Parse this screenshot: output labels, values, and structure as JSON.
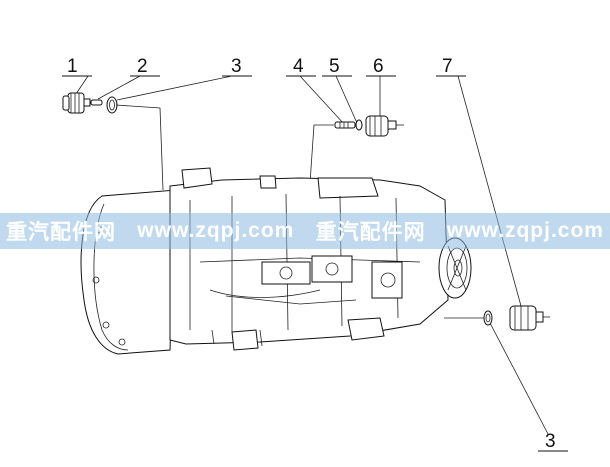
{
  "callouts": {
    "c1": "1",
    "c2": "2",
    "c3_top": "3",
    "c4": "4",
    "c5": "5",
    "c6": "6",
    "c7": "7",
    "c3_bottom": "3"
  },
  "watermark": {
    "left": "重汽配件网",
    "mid1": "www.zqpj.com",
    "mid2": "重汽配件网",
    "right": "www.zqpj.com"
  },
  "colors": {
    "line": "#111111",
    "band": "#8cb9e1"
  }
}
